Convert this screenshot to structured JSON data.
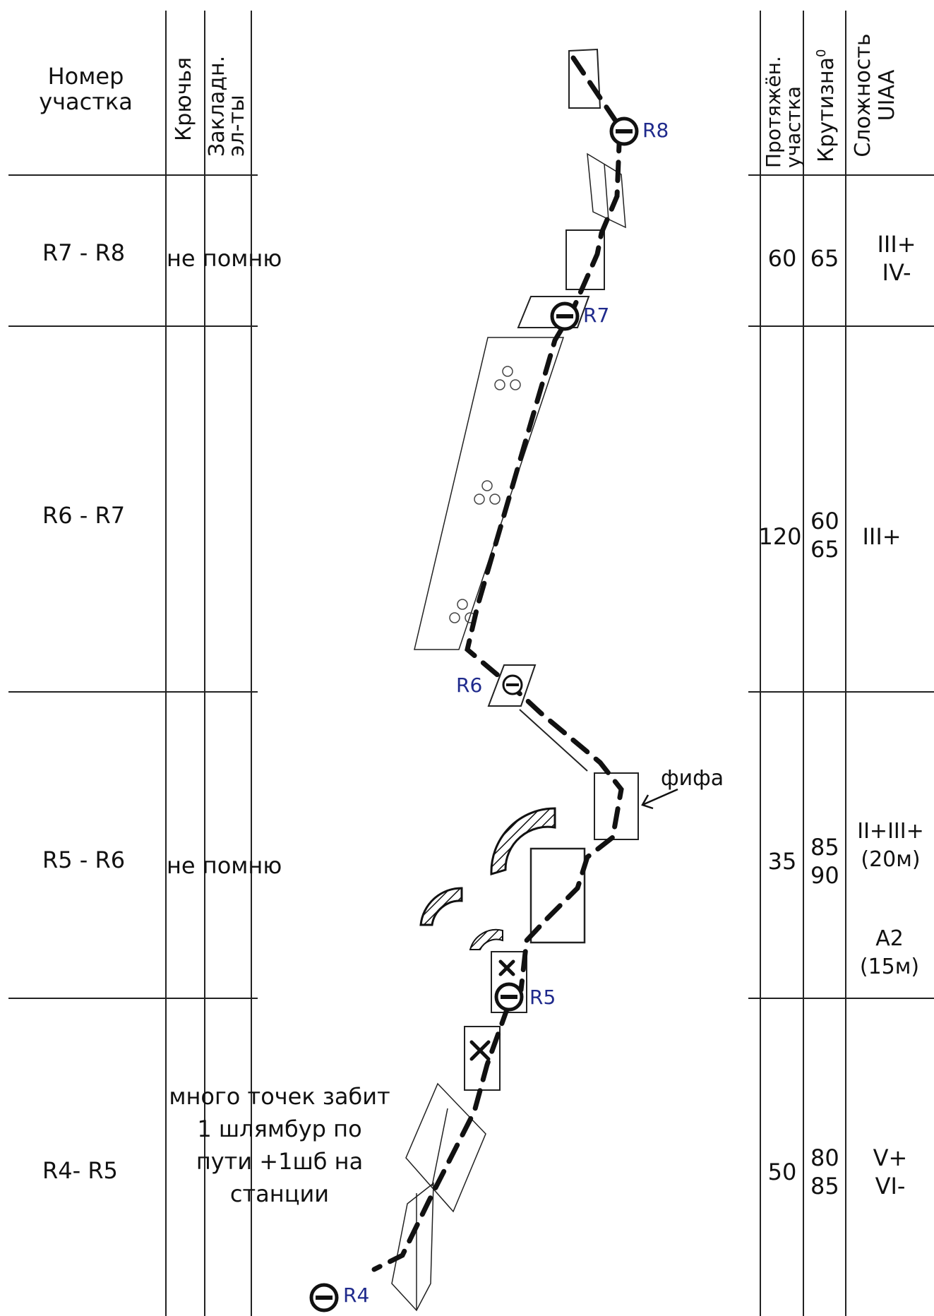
{
  "headers": {
    "section_number": "Номер участка",
    "pitons": "Крючья",
    "nuts": "Закладн. эл-ты",
    "length": "Протяжён. участка",
    "steepness": "Крутизна",
    "steepness_unit": "0",
    "difficulty": "Сложность UIAA"
  },
  "sections": [
    {
      "name": "R7 - R8",
      "gear": "не помню",
      "length": "60",
      "steepness": "65",
      "difficulty": "III+ IV-"
    },
    {
      "name": "R6 - R7",
      "gear": "",
      "length": "120",
      "steepness": "60 65",
      "difficulty": "III+"
    },
    {
      "name": "R5 - R6",
      "gear": "не помню",
      "length": "35",
      "steepness": "85 90",
      "difficulty": "II+III+ (20м)",
      "difficulty_extra": "A2 (15м)"
    },
    {
      "name": "R4- R5",
      "gear": "много точек забит 1 шлямбур по пути +1шб на станции",
      "length": "50",
      "steepness": "80 85",
      "difficulty": "V+ VI-"
    }
  ],
  "stations": [
    "R8",
    "R7",
    "R6",
    "R5",
    "R4"
  ],
  "annotations": {
    "fifa": "фифа"
  },
  "colors": {
    "station_label": "#1f2a8c",
    "line": "#111111"
  }
}
